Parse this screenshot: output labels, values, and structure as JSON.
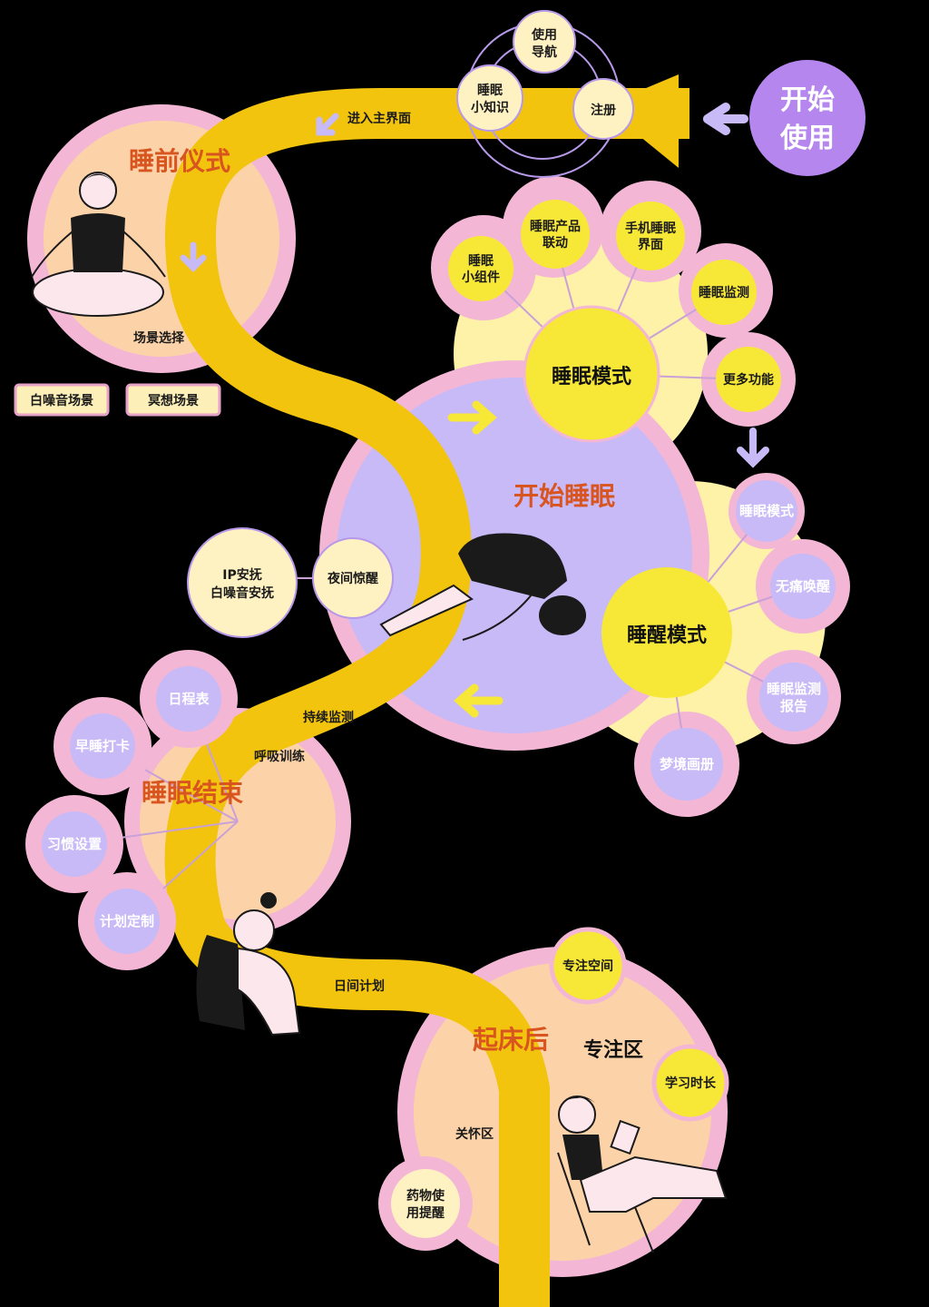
{
  "start": {
    "label_line1": "开始",
    "label_line2": "使用"
  },
  "onboarding": {
    "guide_line1": "使用",
    "guide_line2": "导航",
    "tips_line1": "睡眠",
    "tips_line2": "小知识",
    "register": "注册",
    "enter_main": "进入主界面"
  },
  "pre_sleep": {
    "title": "睡前仪式",
    "scene_select": "场景选择",
    "white_noise_scene": "白噪音场景",
    "meditation_scene": "冥想场景"
  },
  "sleep_mode": {
    "title": "睡眠模式",
    "widget_line1": "睡眠",
    "widget_line2": "小组件",
    "product_line1": "睡眠产品",
    "product_line2": "联动",
    "phone_line1": "手机睡眠",
    "phone_line2": "界面",
    "monitor": "睡眠监测",
    "more": "更多功能"
  },
  "start_sleep": {
    "title": "开始睡眠"
  },
  "night": {
    "wake": "夜间惊醒",
    "comfort_line1": "IP安抚",
    "comfort_line2": "白噪音安抚"
  },
  "wake_mode": {
    "title": "睡醒模式",
    "sleep_mode": "睡眠模式",
    "painless": "无痛唤醒",
    "report_line1": "睡眠监测",
    "report_line2": "报告",
    "dream": "梦境画册"
  },
  "sleep_end": {
    "title": "睡眠结束",
    "continuous": "持续监测",
    "breathing": "呼吸训练",
    "schedule": "日程表",
    "early_checkin": "早睡打卡",
    "habit": "习惯设置",
    "plan": "计划定制",
    "day_plan": "日间计划"
  },
  "after_wake": {
    "title": "起床后",
    "focus_zone": "专注区",
    "focus_space": "专注空间",
    "study_time": "学习时长",
    "care_zone": "关怀区",
    "med_line1": "药物使",
    "med_line2": "用提醒"
  },
  "colors": {
    "road": "#f2c40d",
    "pink_ring": "#f3b7d5",
    "peach": "#fcd3a8",
    "lavender": "#c8b9f7",
    "yellow_node": "#f7e838",
    "cream": "#fff2c2",
    "purple_start": "#b586ee",
    "title_orange": "#d9551f"
  }
}
